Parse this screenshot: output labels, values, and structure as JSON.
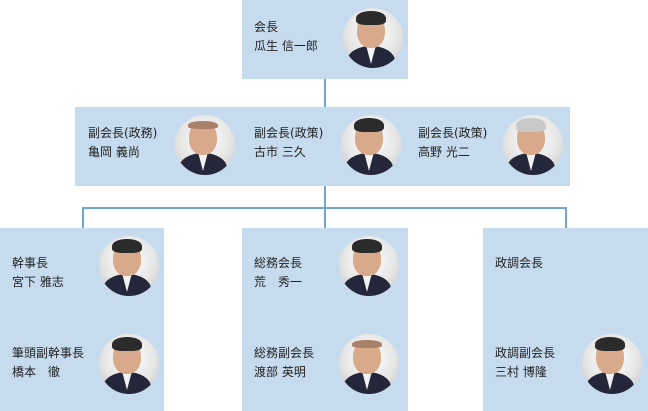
{
  "colors": {
    "box": "#c6dcee",
    "connector": "#6fa6cf"
  },
  "president": {
    "title": "会長",
    "name": "瓜生 信一郎",
    "photo": "portrait-photo"
  },
  "vice_presidents": [
    {
      "title": "副会長(政務)",
      "name": "亀岡 義尚",
      "photo": "portrait-photo"
    },
    {
      "title": "副会長(政策)",
      "name": "古市 三久",
      "photo": "portrait-photo"
    },
    {
      "title": "副会長(政策)",
      "name": "高野 光二",
      "photo": "portrait-photo"
    }
  ],
  "departments": [
    {
      "title": "幹事長",
      "name": "宮下 雅志"
    },
    {
      "title": "筆頭副幹事長",
      "name": "橋本　徹"
    },
    {
      "title": "総務会長",
      "name": "荒　秀一"
    },
    {
      "title": "総務副会長",
      "name": "渡部 英明"
    },
    {
      "title": "政調会長",
      "name": ""
    },
    {
      "title": "政調副会長",
      "name": "三村 博隆"
    }
  ]
}
